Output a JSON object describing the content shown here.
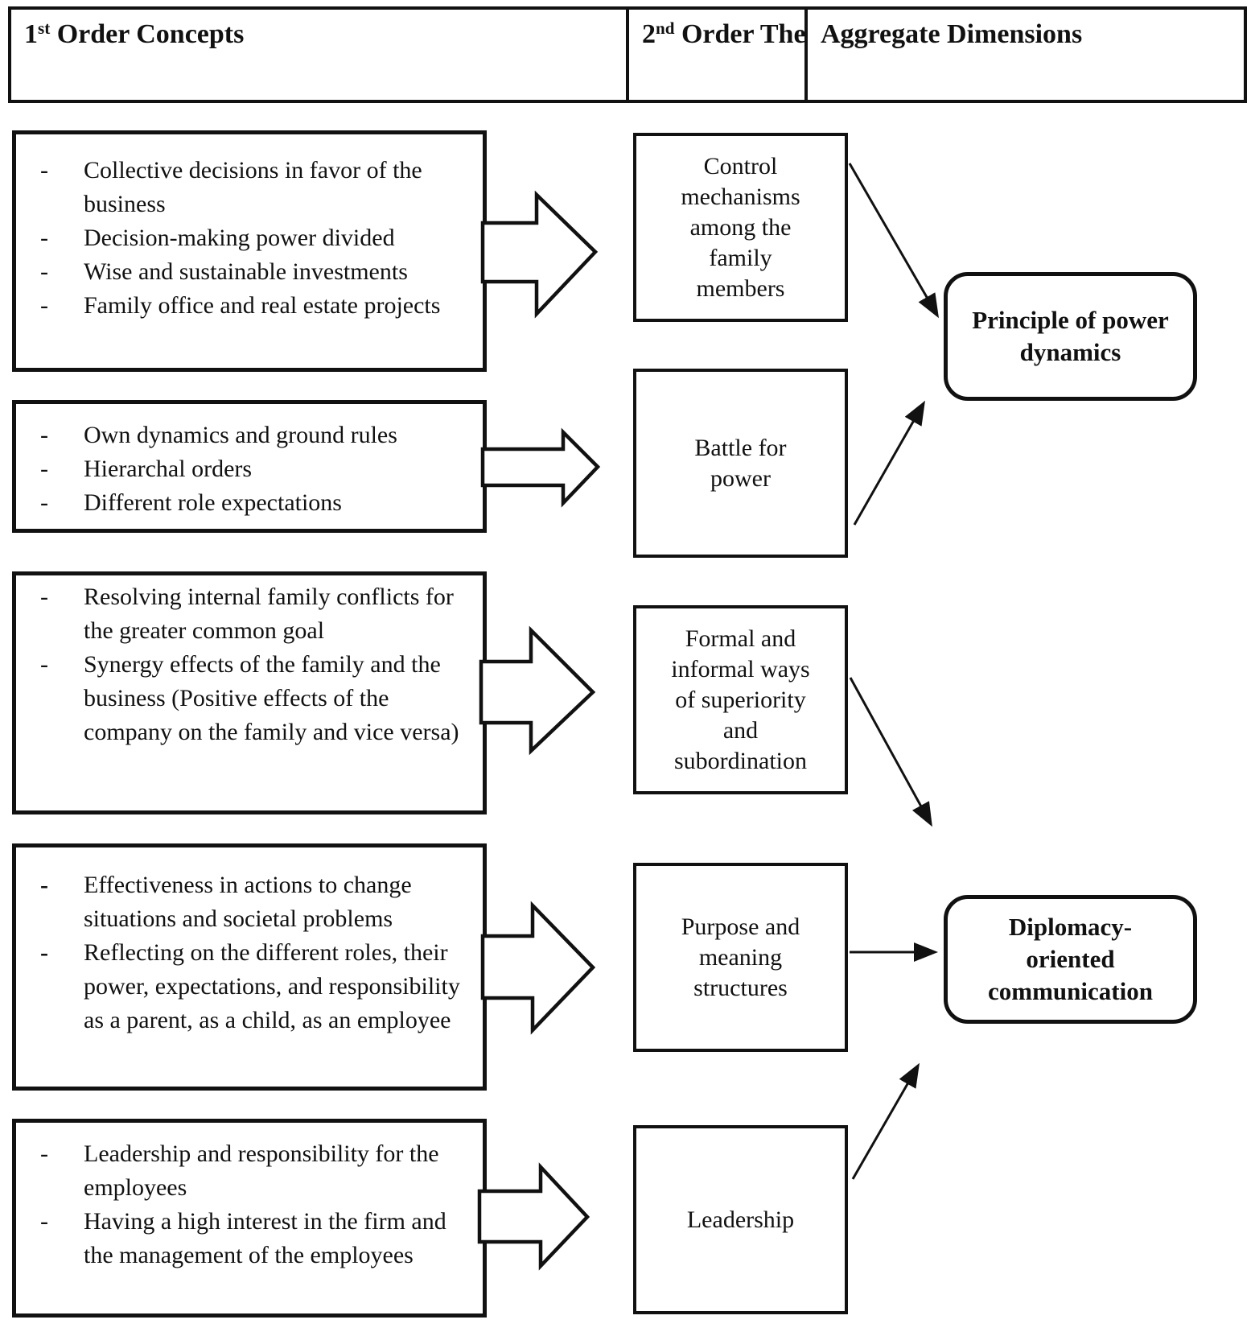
{
  "colors": {
    "ink": "#111111",
    "background": "#ffffff"
  },
  "bullet_dash": "-",
  "header": {
    "columns": [
      {
        "base": "1",
        "sup": "st",
        "rest": " Order Concepts"
      },
      {
        "base": "2",
        "sup": "nd",
        "rest": " Order Themes"
      },
      {
        "base": "",
        "sup": "",
        "rest": "Aggregate Dimensions"
      }
    ]
  },
  "first_order_concepts": [
    {
      "items": [
        "Collective decisions in favor of the business",
        "Decision-making power divided",
        "Wise and sustainable investments",
        "Family office and real estate projects"
      ]
    },
    {
      "items": [
        "Own dynamics and ground rules",
        "Hierarchal orders",
        "Different role expectations"
      ]
    },
    {
      "items": [
        "Resolving internal family conflicts for the greater common goal",
        "Synergy effects of the family and the business (Positive effects of the company on the family and vice versa)"
      ]
    },
    {
      "items": [
        "Effectiveness in actions to change situations and societal problems",
        "Reflecting on the different roles, their power, expectations, and responsibility as a parent, as a child, as an employee"
      ]
    },
    {
      "items": [
        "Leadership and responsibility for the employees",
        "Having a high interest in the firm and the management of the employees"
      ]
    }
  ],
  "second_order_themes": [
    "Control mechanisms among the family members",
    "Battle for power",
    "Formal and informal ways of superiority and subordination",
    "Purpose and meaning structures",
    "Leadership"
  ],
  "aggregate_dimensions": [
    "Principle of power dynamics",
    "Diplomacy-oriented communication"
  ]
}
